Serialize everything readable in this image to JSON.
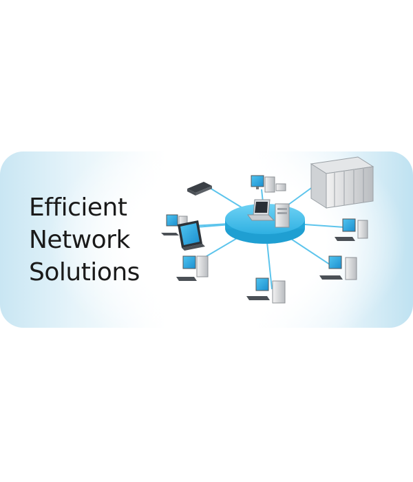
{
  "banner": {
    "headline_lines": [
      "Efficient",
      "Network",
      "Solutions"
    ]
  },
  "diagram": {
    "hub_color": "#3db8e6",
    "link_color": "#5cc4ec",
    "icons": [
      "hub-disc-icon",
      "server-rack-icon",
      "desktop-computer-icon",
      "laptop-icon",
      "tablet-icon",
      "scanner-icon",
      "small-server-icon"
    ]
  }
}
